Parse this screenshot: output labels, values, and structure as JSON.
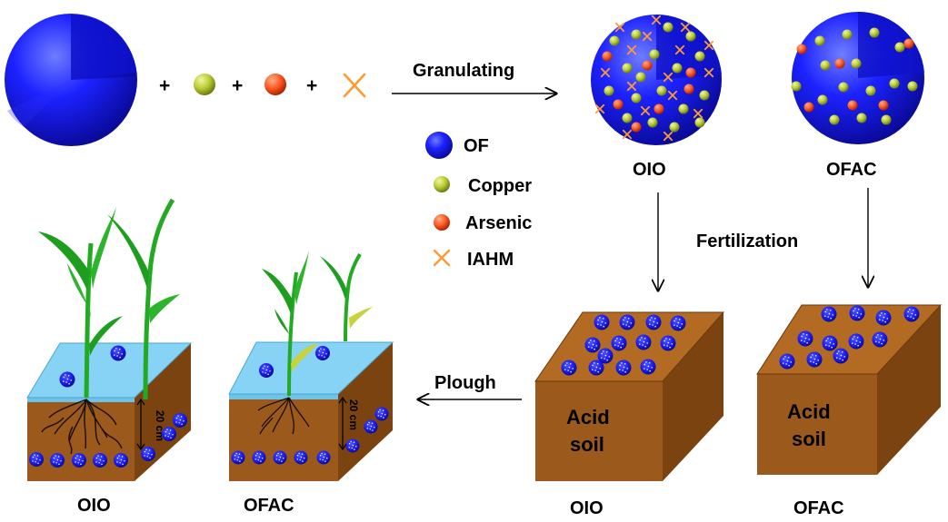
{
  "operators": {
    "plus": "+"
  },
  "legend": [
    {
      "key": "of",
      "label": "OF",
      "icon": "blue-sphere-icon",
      "color": "#1a1aff"
    },
    {
      "key": "copper",
      "label": "Copper",
      "icon": "green-dot-icon",
      "color": "#b5c832"
    },
    {
      "key": "arsenic",
      "label": "Arsenic",
      "icon": "red-dot-icon",
      "color": "#ff5522"
    },
    {
      "key": "iahm",
      "label": "IAHM",
      "icon": "orange-x-icon",
      "color": "#ff9933"
    }
  ],
  "steps": {
    "granulating": "Granulating",
    "fertilization": "Fertilization",
    "plough": "Plough"
  },
  "granules": {
    "oio": "OIO",
    "ofac": "OFAC"
  },
  "soil_boxes": {
    "text_line1": "Acid",
    "text_line2": "soil",
    "oio": "OIO",
    "ofac": "OFAC"
  },
  "pots": {
    "depth": "20 cm",
    "oio": "OIO",
    "ofac": "OFAC"
  },
  "colors": {
    "of_blue": "#1a1aff",
    "soil_front": "#9b5a1c",
    "soil_top": "#b36a22",
    "water": "#87d3f5",
    "leaf": "#22aa22"
  }
}
